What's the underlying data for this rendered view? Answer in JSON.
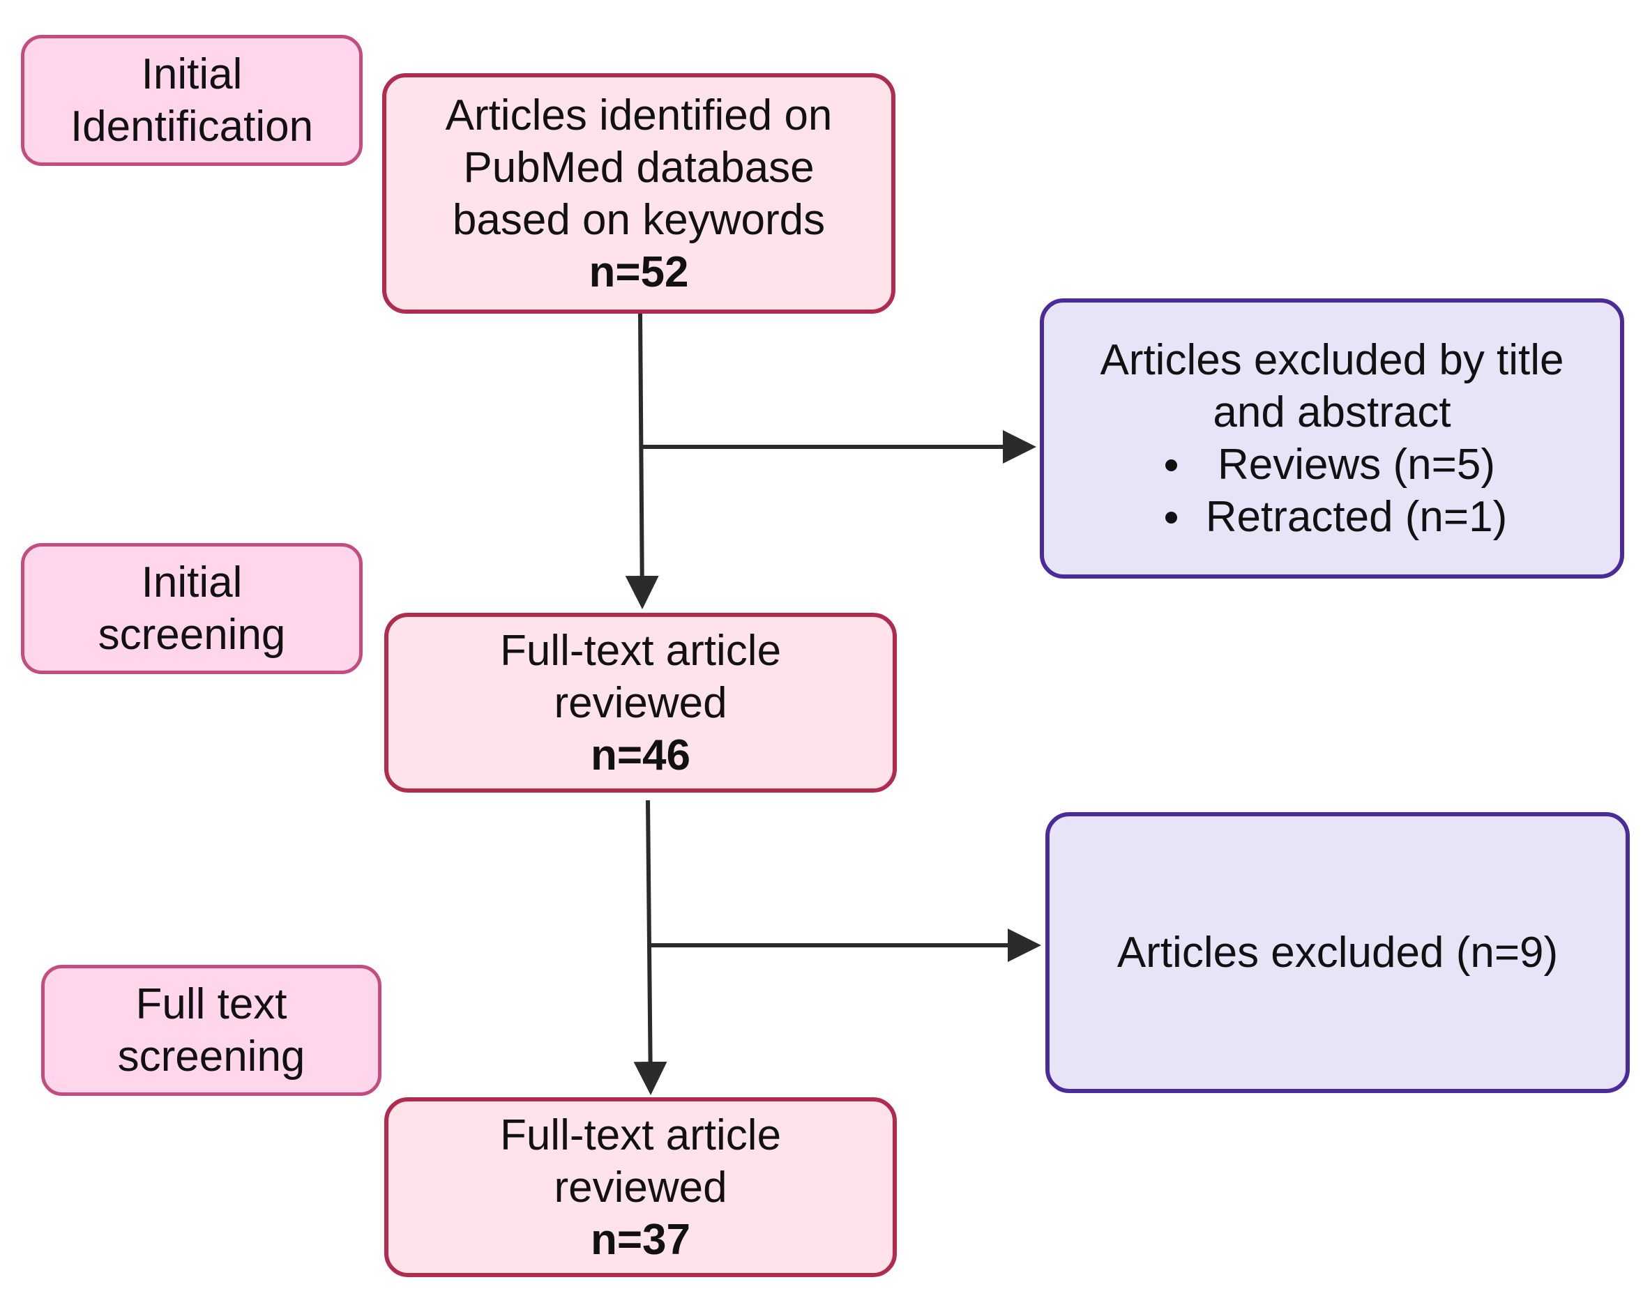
{
  "stages": {
    "identification": [
      "Initial",
      "Identification"
    ],
    "screening": [
      "Initial",
      "screening"
    ],
    "full_text": [
      "Full text",
      "screening"
    ]
  },
  "boxes": {
    "identified": {
      "lines": [
        "Articles identified on",
        "PubMed database",
        "based on keywords"
      ],
      "count": "n=52"
    },
    "reviewed_1": {
      "lines": [
        "Full-text article",
        "reviewed"
      ],
      "count": "n=46"
    },
    "reviewed_2": {
      "lines": [
        "Full-text article",
        "reviewed"
      ],
      "count": "n=37"
    }
  },
  "exclusions": {
    "first": {
      "heading": [
        "Articles excluded by title",
        "and abstract"
      ],
      "reasons": [
        "Reviews (n=5)",
        "Retracted (n=1)"
      ]
    },
    "second": {
      "text": "Articles excluded (n=9)"
    }
  },
  "colors": {
    "stage_fill": "#ffd6ec",
    "stage_border": "#c44d80",
    "main_fill": "#ffe3ea",
    "main_border": "#b02b4e",
    "exclusion_fill": "#e8e4f8",
    "exclusion_border": "#4b2a99",
    "arrow": "#2b2b2b"
  }
}
